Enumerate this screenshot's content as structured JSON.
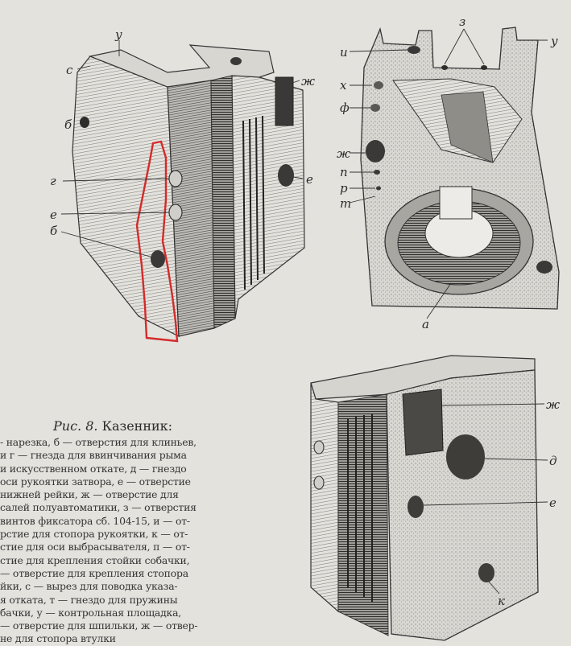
{
  "figure": {
    "caption_title_prefix": "Рис. 8.",
    "caption_title_text": "Казенник:",
    "caption_lines": [
      "- нарезка, б — отверстия для клиньев,",
      "и г — гнезда для ввинчивания рыма",
      "и искусственном откате, д — гнездо",
      "оси рукоятки затвора, е — отверстие",
      "нижней рейки, ж — отверстие для",
      "салей полуавтоматики, з — отверстия",
      "винтов фиксатора сб. 104-15, и — от-",
      "рстие для стопора рукоятки, к — от-",
      "стие для оси выбрасывателя, п — от-",
      "стие для крепления стойки собачки,",
      "— отверстие для крепления стопора",
      "йки, с — вырез для поводка указа-",
      "я отката, т — гнездо для пружины",
      "бачки, у — контрольная площадка,",
      "— отверстие для шпильки, ж — отвер-",
      "не для стопора втулки"
    ],
    "view1_labels": {
      "u": "у",
      "c": "с",
      "b1": "б",
      "g": "г",
      "e": "е",
      "b2": "б",
      "zh": "ж",
      "e_right": "е"
    },
    "view2_labels": {
      "z": "з",
      "i": "и",
      "u": "у",
      "kh": "х",
      "f": "ф",
      "zh": "ж",
      "p": "п",
      "r": "р",
      "t": "т",
      "a": "а"
    },
    "view3_labels": {
      "zh": "ж",
      "d": "д",
      "e": "е",
      "k": "к"
    },
    "highlight_color": "#d42a2a"
  }
}
